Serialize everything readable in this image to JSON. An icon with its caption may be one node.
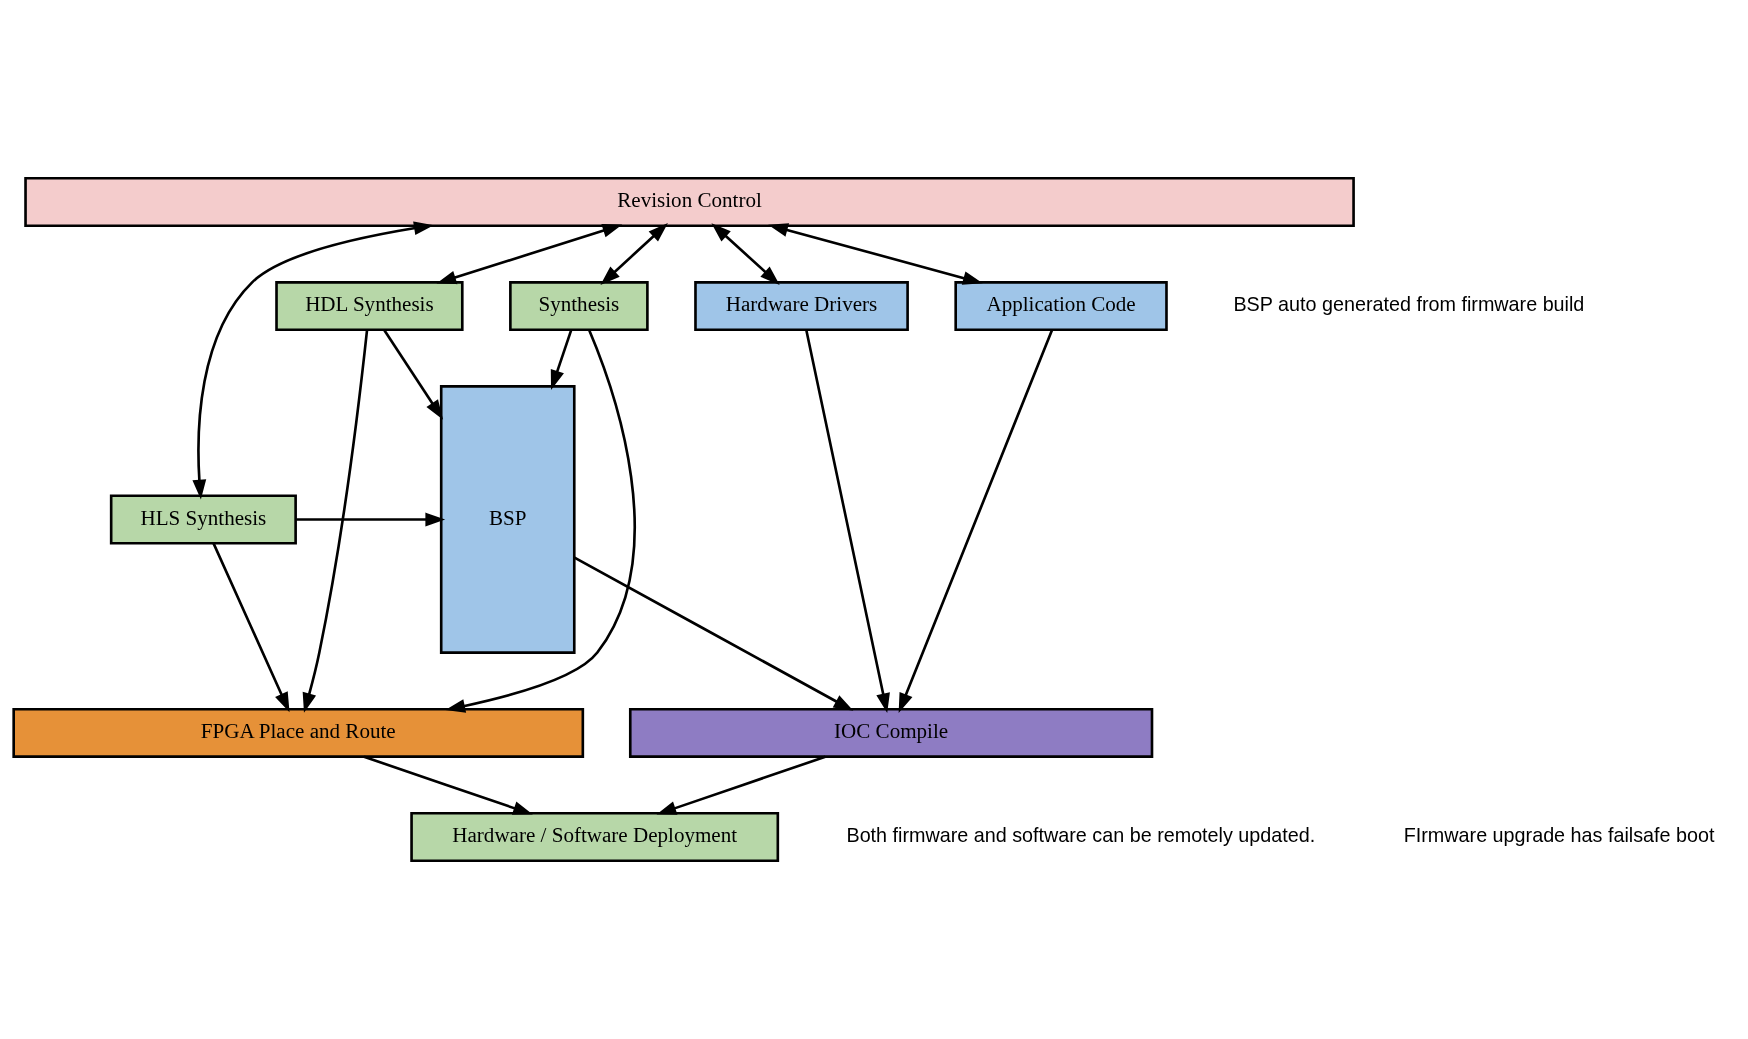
{
  "diagram": {
    "nodes": [
      {
        "text": [
          "Revision Control"
        ]
      },
      {
        "text": [
          "Synthesis"
        ]
      },
      {
        "text": [
          "HLS Synthesis"
        ]
      },
      {
        "text": [
          "HDL Synthesis"
        ]
      },
      {
        "text": [
          "BSP"
        ]
      },
      {
        "text": [
          "Hardware Drivers"
        ]
      },
      {
        "text": [
          "Application Code"
        ]
      },
      {
        "text": [
          "FPGA Place and Route"
        ]
      },
      {
        "text": [
          "IOC Compile"
        ]
      },
      {
        "text": [
          "Hardware / Software Deployment"
        ]
      }
    ],
    "edges": [
      {
        "from": 0,
        "to": 1,
        "arrow": "both"
      },
      {
        "from": 0,
        "to": 2,
        "arrow": "both"
      },
      {
        "from": 0,
        "to": 3,
        "arrow": "both"
      },
      {
        "from": 0,
        "to": 5,
        "arrow": "both"
      },
      {
        "from": 0,
        "to": 6,
        "arrow": "both"
      },
      {
        "from": 1,
        "to": 4,
        "arrow": "to"
      },
      {
        "from": 2,
        "to": 4,
        "arrow": "to"
      },
      {
        "from": 3,
        "to": 4,
        "arrow": "to"
      },
      {
        "from": 1,
        "to": 7,
        "arrow": "to"
      },
      {
        "from": 2,
        "to": 7,
        "arrow": "to"
      },
      {
        "from": 3,
        "to": 7,
        "arrow": "to"
      },
      {
        "from": 4,
        "to": 8,
        "arrow": "to"
      },
      {
        "from": 5,
        "to": 8,
        "arrow": "to"
      },
      {
        "from": 6,
        "to": 8,
        "arrow": "to"
      },
      {
        "from": 7,
        "to": 9,
        "arrow": "to"
      },
      {
        "from": 8,
        "to": 9,
        "arrow": "to"
      }
    ],
    "labels": [
      "BSP auto generated from firmware build",
      "Both firmware and software can be remotely updated.",
      "FIrmware upgrade has failsafe boot"
    ]
  }
}
